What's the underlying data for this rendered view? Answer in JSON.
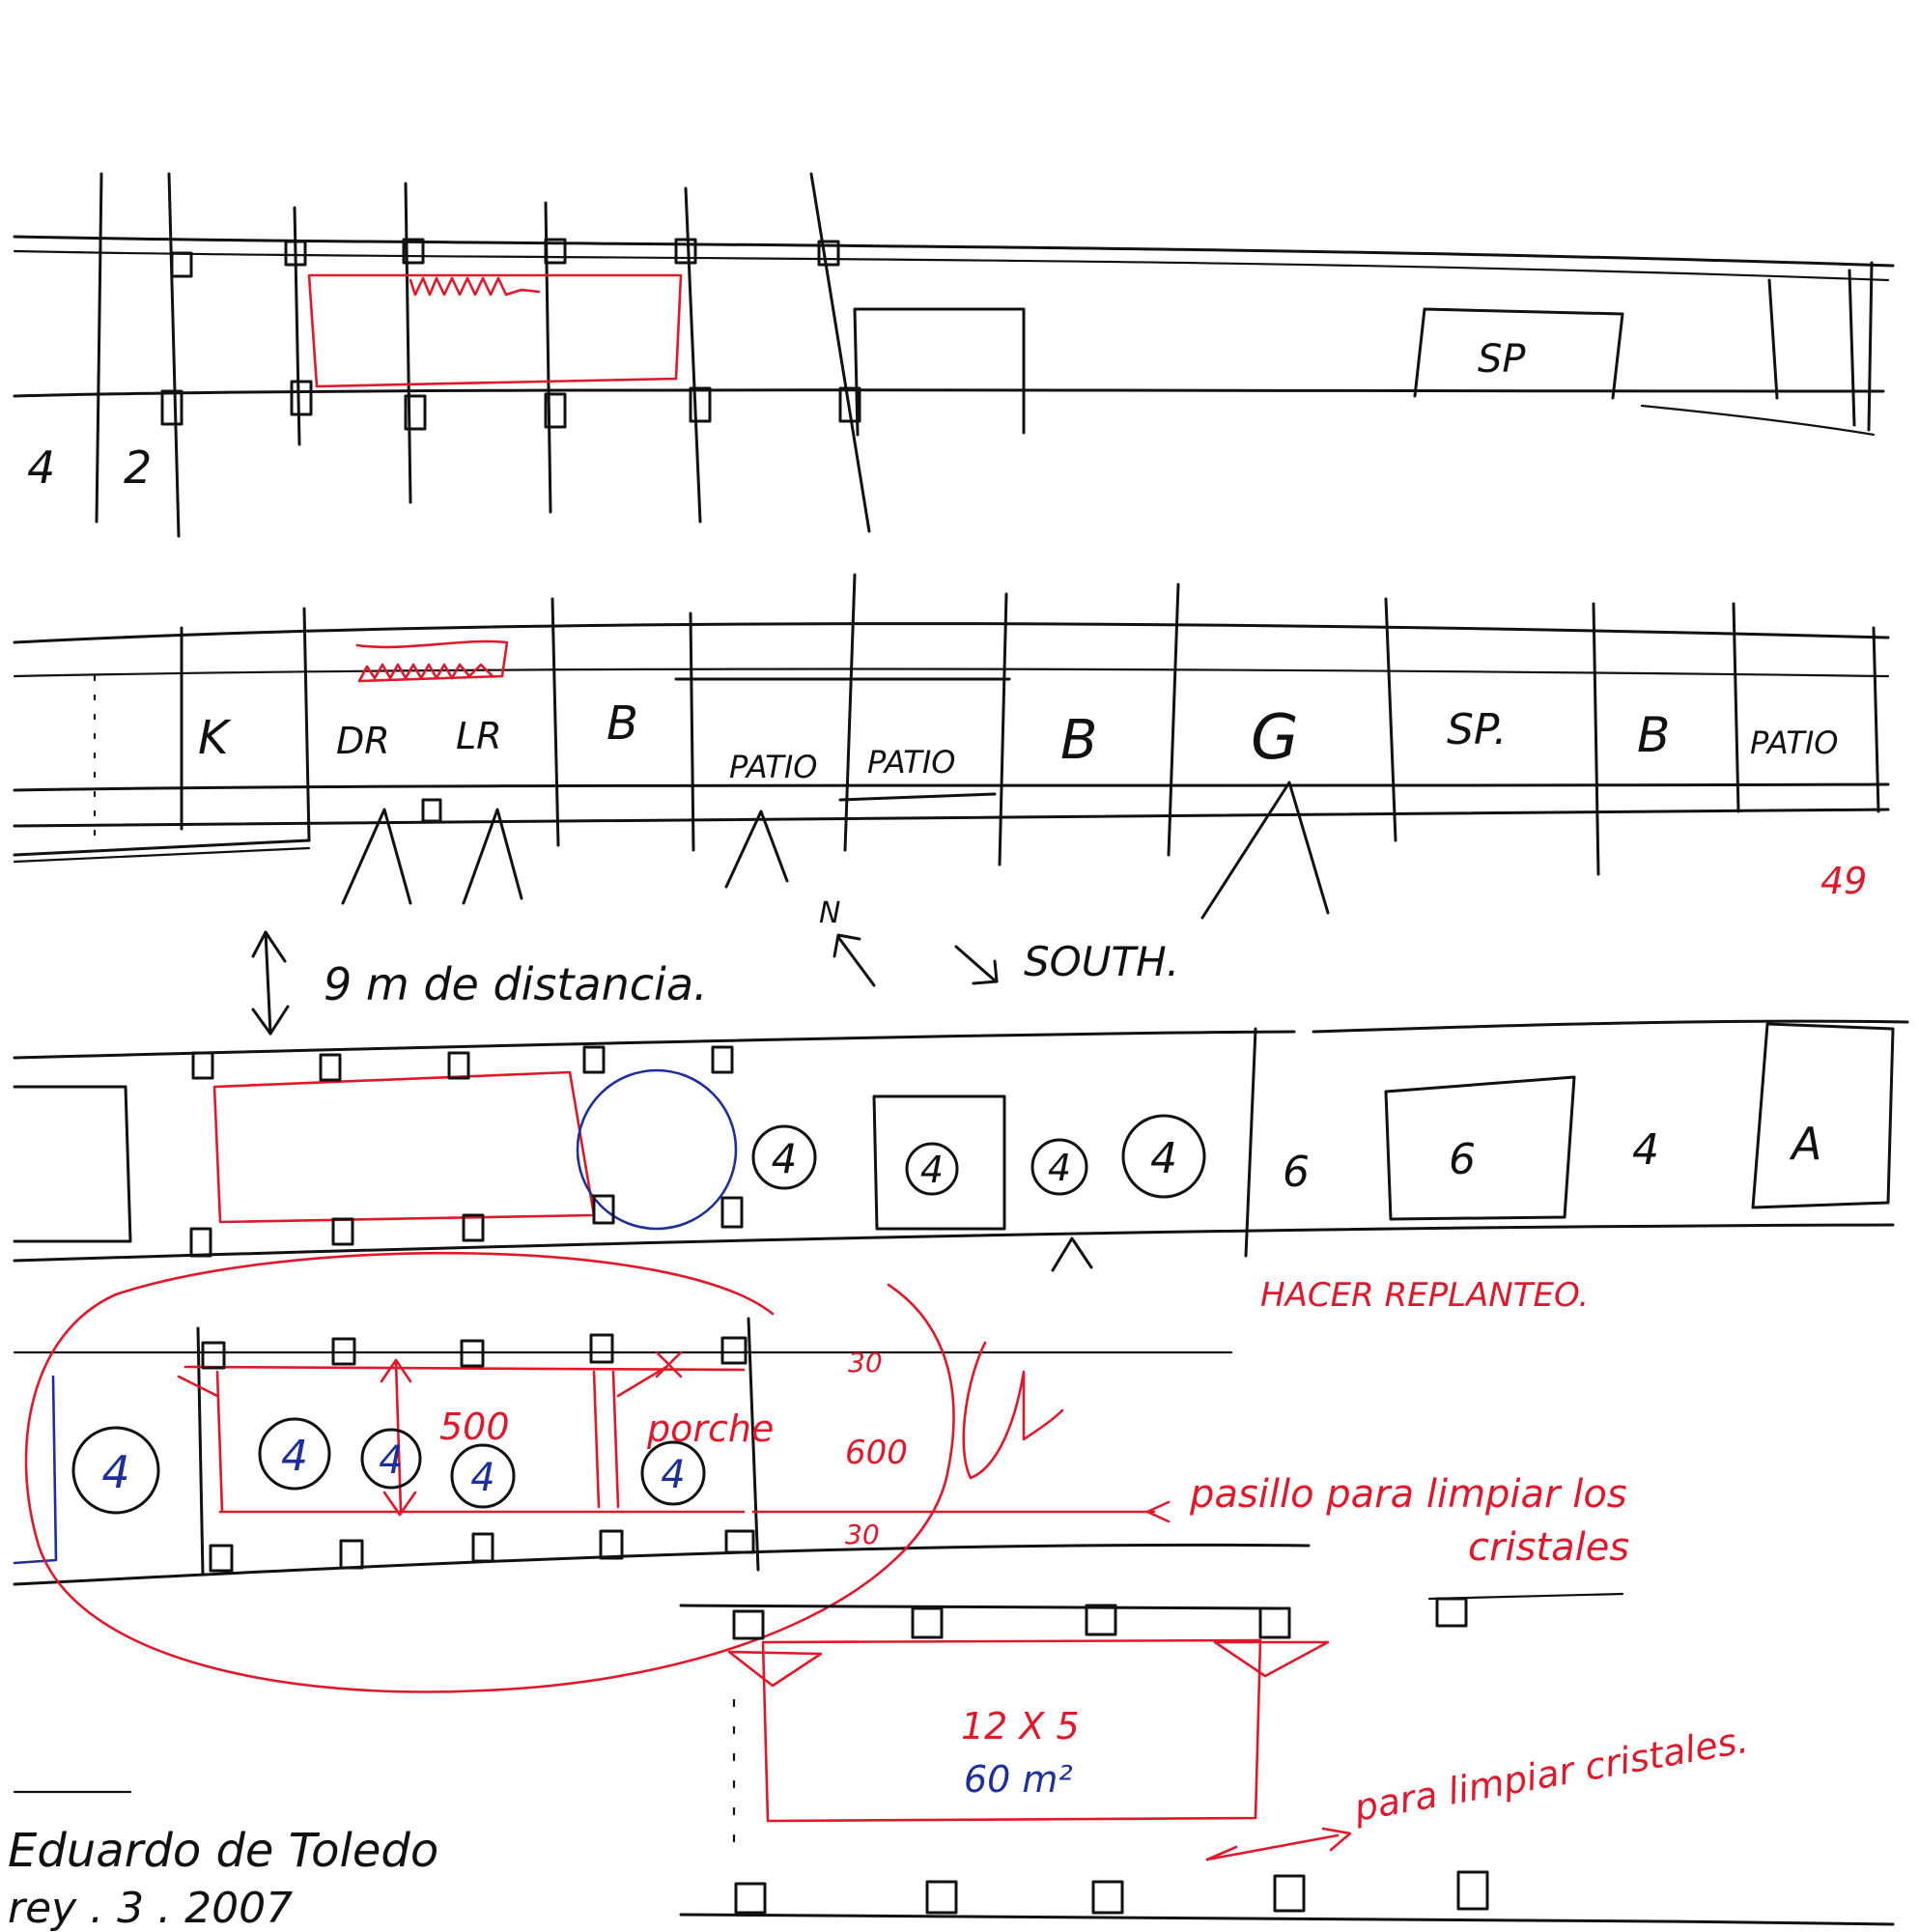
{
  "strip1": {
    "labels": {
      "n4": "4",
      "n2": "2",
      "sp": "SP"
    }
  },
  "strip2": {
    "rooms": {
      "k": "K",
      "dr": "DR",
      "lr": "LR",
      "b1": "B",
      "patio1": "PATIO",
      "patio2": "PATIO",
      "b2": "B",
      "g": "G",
      "sp": "SP.",
      "b3": "B",
      "patio3": "PATIO"
    },
    "page_number": "49"
  },
  "orientation": {
    "distance_note": "9 m de distancia.",
    "north": "N",
    "south": "SOUTH."
  },
  "strip3": {
    "circles": [
      "4",
      "4",
      "4",
      "4"
    ],
    "labels": {
      "six_a": "6",
      "six_b": "6",
      "four": "4",
      "a": "A"
    },
    "note": "HACER REPLANTEO."
  },
  "strip4": {
    "circles": [
      "4",
      "4",
      "4",
      "4",
      "4"
    ],
    "dims": {
      "d500": "500",
      "porche": "porche",
      "d30a": "30",
      "d600": "600",
      "d30b": "30"
    },
    "note_line1": "pasillo para limpiar los",
    "note_line2": "cristales"
  },
  "strip5": {
    "area_dims": "12 X 5",
    "area": "60 m²",
    "note": "para limpiar cristales."
  },
  "signature": {
    "line1": "Eduardo de Toledo",
    "line2": "rey . 3 . 2007"
  },
  "colors": {
    "ink": "#111111",
    "red": "#e0182a",
    "blue": "#1d2f9c",
    "paper": "#ffffff"
  }
}
